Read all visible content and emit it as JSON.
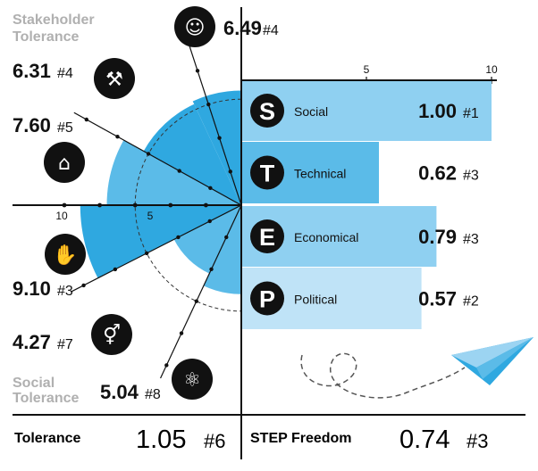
{
  "left_panel": {
    "header_lines": [
      "Stakeholder",
      "Tolerance"
    ],
    "footer_lines": [
      "Social",
      "Tolerance"
    ],
    "axis_ticks": [
      "10",
      "5"
    ]
  },
  "right_panel": {
    "axis_ticks": [
      "5",
      "10"
    ]
  },
  "footer": {
    "left_label": "Tolerance",
    "left_value": "1.05",
    "left_rank": "#6",
    "right_label": "STEP Freedom",
    "right_value": "0.74",
    "right_rank": "#3"
  },
  "colors": {
    "blue_dark": "#2fa8e0",
    "blue_mid": "#5bbbe8",
    "blue_light": "#9cd4f2",
    "blue_pale": "#bfe3f7",
    "header_gray": "#b0b0b0",
    "plane": "#5bbbe8"
  },
  "chart_data": [
    {
      "type": "radial-bar",
      "axis_range": [
        0,
        10
      ],
      "categories": [
        {
          "icon": "people-icon",
          "value": 6.49,
          "value_label": "6.49",
          "rank": "#4"
        },
        {
          "icon": "briefcase-icon",
          "value": 6.31,
          "value_label": "6.31",
          "rank": "#4"
        },
        {
          "icon": "institution-icon",
          "value": 7.6,
          "value_label": "7.60",
          "rank": "#5"
        },
        {
          "icon": "hand-eye-icon",
          "value": 9.1,
          "value_label": "9.10",
          "rank": "#3"
        },
        {
          "icon": "gender-icon",
          "value": 4.27,
          "value_label": "4.27",
          "rank": "#7"
        },
        {
          "icon": "atom-icon",
          "value": 5.04,
          "value_label": "5.04",
          "rank": "#8"
        }
      ]
    },
    {
      "type": "bar",
      "orientation": "horizontal",
      "xlim": [
        0,
        10
      ],
      "categories": [
        "Social",
        "Technical",
        "Economical",
        "Political"
      ],
      "letters": [
        "S",
        "T",
        "E",
        "P"
      ],
      "bar_values": [
        10,
        5.5,
        7.8,
        7.2
      ],
      "value_labels": [
        "1.00",
        "0.62",
        "0.79",
        "0.57"
      ],
      "ranks": [
        "#1",
        "#3",
        "#3",
        "#2"
      ],
      "colors": [
        "#8fd0f1",
        "#5bbbe8",
        "#8fd0f1",
        "#bfe3f7"
      ]
    }
  ]
}
